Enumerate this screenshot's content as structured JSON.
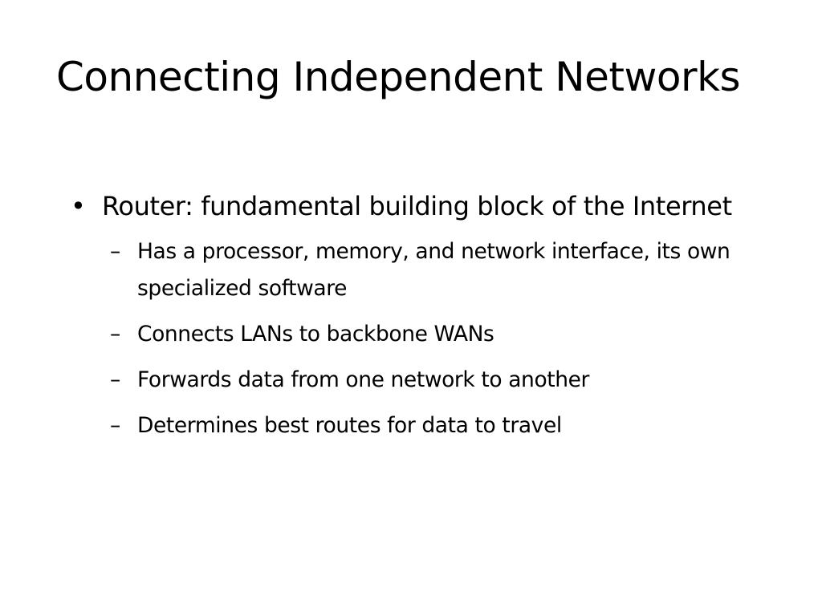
{
  "slide": {
    "title": "Connecting Independent Networks",
    "bullets": [
      {
        "marker": "•",
        "text": "Router: fundamental building block of the Internet",
        "sub_bullets": [
          {
            "marker": "–",
            "text": "Has a processor, memory, and network interface, its own specialized software"
          },
          {
            "marker": "–",
            "text": "Connects LANs to backbone WANs"
          },
          {
            "marker": "–",
            "text": "Forwards data from one network to another"
          },
          {
            "marker": "–",
            "text": "Determines best routes for data to travel"
          }
        ]
      }
    ]
  }
}
